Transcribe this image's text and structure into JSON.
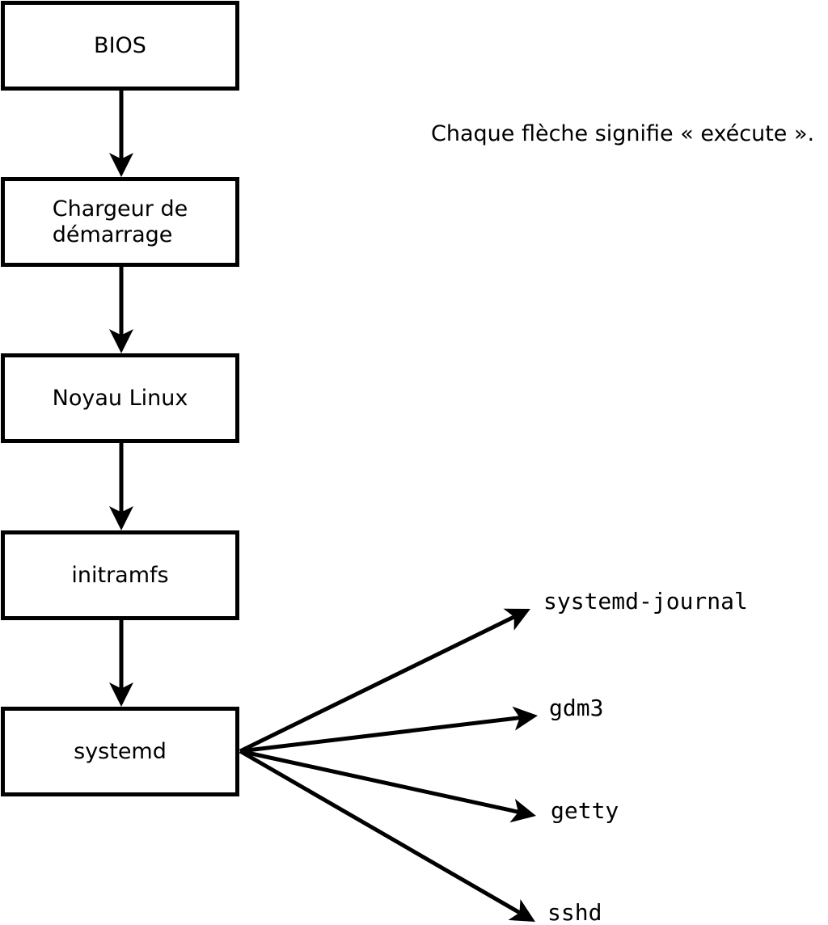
{
  "diagram": {
    "title_note": "Chaque flèche signifie « exécute ».",
    "boxes": [
      {
        "id": "bios",
        "label": "BIOS"
      },
      {
        "id": "bootloader",
        "label": "Chargeur de\ndémarrage"
      },
      {
        "id": "kernel",
        "label": "Noyau Linux"
      },
      {
        "id": "initramfs",
        "label": "initramfs"
      },
      {
        "id": "systemd",
        "label": "systemd"
      }
    ],
    "processes": [
      {
        "label": "systemd-journal"
      },
      {
        "label": "gdm3"
      },
      {
        "label": "getty"
      },
      {
        "label": "sshd"
      }
    ],
    "colors": {
      "line": "#000000",
      "box_border": "#000000",
      "box_fill": "#ffffff",
      "background": "#ffffff",
      "text": "#000000"
    }
  }
}
